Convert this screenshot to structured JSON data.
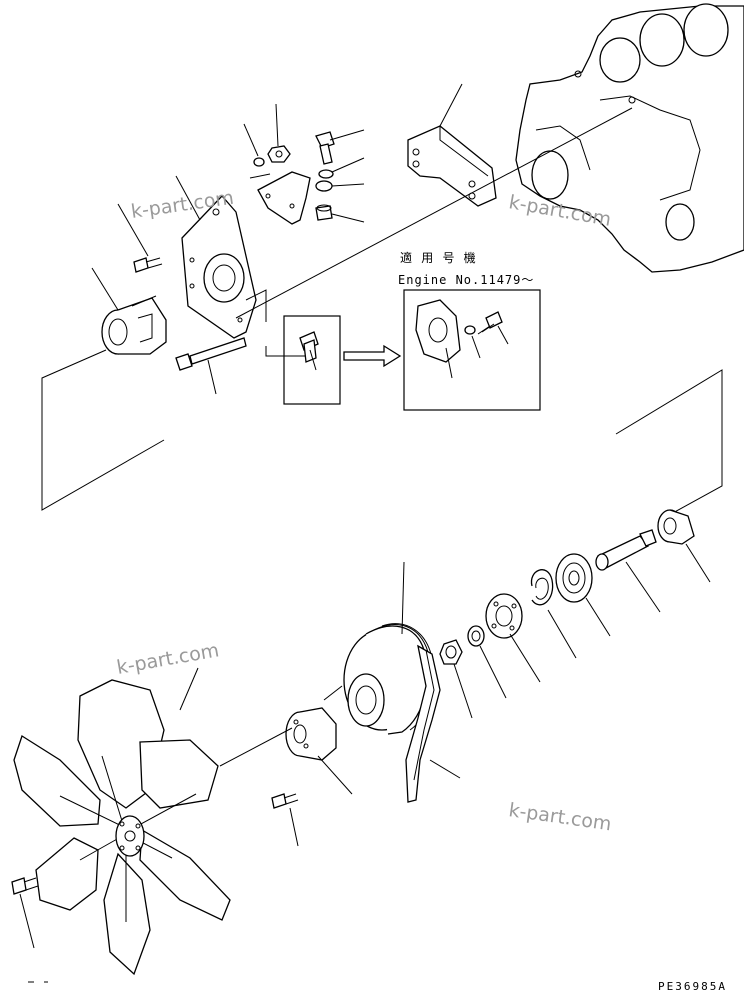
{
  "inset_note": {
    "line1": "適 用 号 機",
    "line2": "Engine No.11479～"
  },
  "drawing_number": "PE36985A",
  "watermarks": [
    "k-part.com",
    "k-part.com",
    "k-part.com",
    "k-part.com"
  ]
}
